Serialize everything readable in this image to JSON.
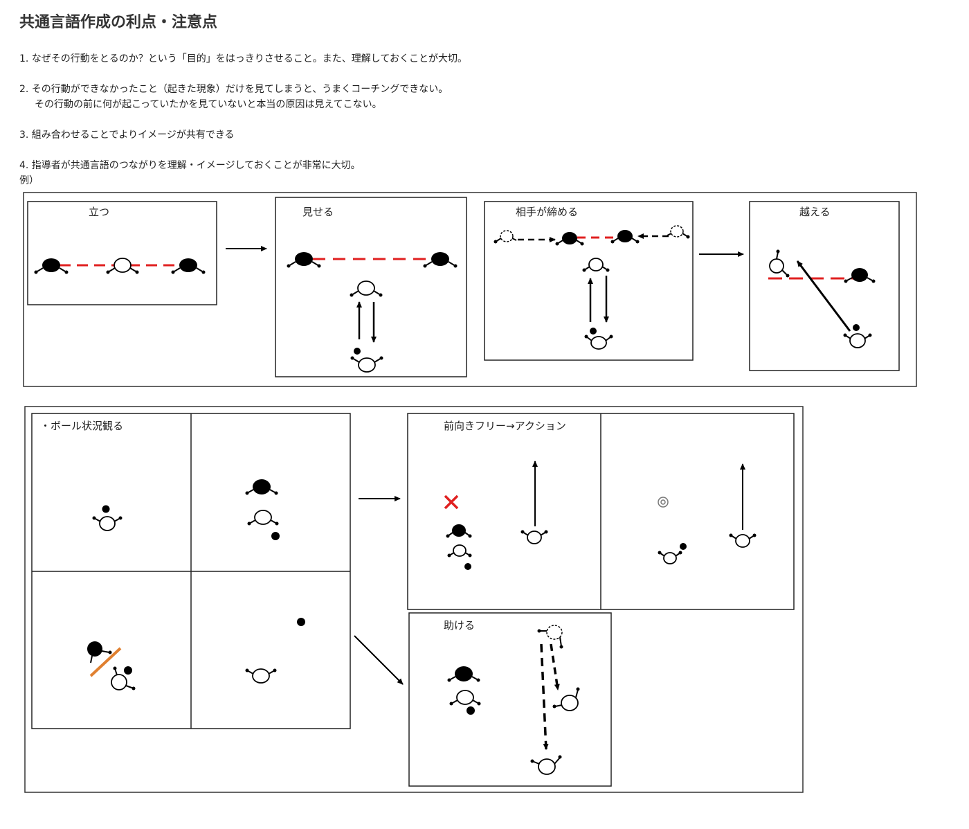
{
  "title": "共通言語作成の利点・注意点",
  "points": {
    "p1": "1.  なぜその行動をとるのか？という「目的」をはっきりさせること。また、理解しておくことが大切。",
    "p2a": "2.  その行動ができなかったこと（起きた現象）だけを見てしまうと、うまくコーチングできない。",
    "p2b": "その行動の前に何が起こっていたかを見ていないと本当の原因は見えてこない。",
    "p3": "3.  組み合わせることでよりイメージが共有できる",
    "p4": "4. 指導者が共通言語のつながりを理解・イメージしておくことが非常に大切。",
    "example": "例）"
  },
  "top_panels": {
    "stand": "立つ",
    "show": "見せる",
    "squeeze": "相手が締める",
    "beyond": "越える"
  },
  "bottom_panels": {
    "ball_watch": "・ボール状況観る",
    "forward_free": "前向きフリー→アクション",
    "help": "助ける"
  },
  "colors": {
    "red_line": "#e02020",
    "orange_line": "#e08030",
    "x_mark": "#e02020"
  }
}
